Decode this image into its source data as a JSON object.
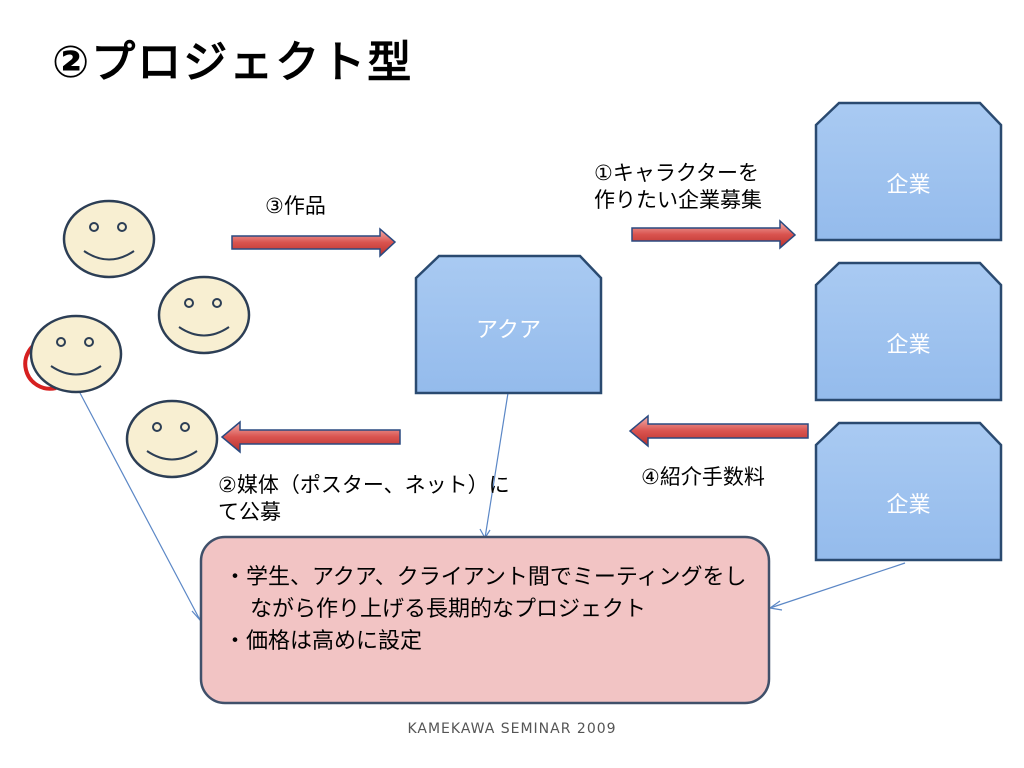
{
  "slide": {
    "title": "②プロジェクト型",
    "footer": "KAMEKAWA SEMINAR 2009"
  },
  "diagram": {
    "center_box": "アクア",
    "company_boxes": [
      "企業",
      "企業",
      "企業"
    ],
    "arrow_labels": {
      "works": "③作品",
      "recruit_line1": "①キャラクターを",
      "recruit_line2": "作りたい企業募集",
      "media_line1": "②媒体（ポスター、ネット）に",
      "media_line2": "て公募",
      "fee": "④紹介手数料"
    },
    "notes": [
      "・学生、アクア、クライアント間でミーティングをしながら作り上げる長期的なプロジェクト",
      "・価格は高めに設定"
    ]
  },
  "colors": {
    "box_fill": "#9ec2ef",
    "box_stroke": "#2a4a70",
    "face_fill": "#f8efd2",
    "face_stroke": "#2c3e55",
    "arrow_fill": "#d9534f",
    "arrow_stroke": "#2a4a80",
    "note_fill": "#f2c4c4",
    "note_stroke": "#40506a",
    "connector": "#5b87c6",
    "mark": "#d62020"
  }
}
